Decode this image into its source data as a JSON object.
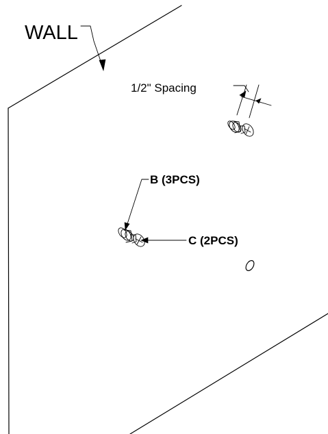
{
  "labels": {
    "wall": "WALL",
    "spacing": "1/2\" Spacing",
    "part_b": "B (3PCS)",
    "part_c": "C (2PCS)"
  },
  "colors": {
    "line": "#000000",
    "background": "#ffffff"
  }
}
